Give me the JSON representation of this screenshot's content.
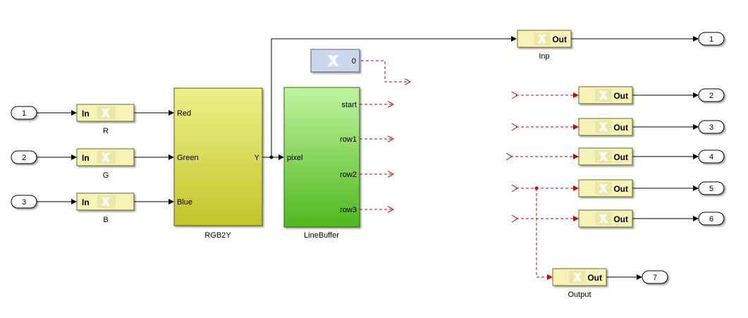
{
  "colors": {
    "gateway_fill": "#f7f2b8",
    "gateway_border": "#7a7a2a",
    "rgb2y_top": "#eef08a",
    "rgb2y_bottom": "#c2c428",
    "linebuffer_top": "#c0f4a0",
    "linebuffer_bottom": "#4fb81e",
    "constant_fill": "#cdd7ec",
    "unconnected_red": "#d40000"
  },
  "inports": [
    {
      "number": "1"
    },
    {
      "number": "2"
    },
    {
      "number": "3"
    }
  ],
  "gateway_in": [
    {
      "text": "In",
      "label": "R"
    },
    {
      "text": "In",
      "label": "G"
    },
    {
      "text": "In",
      "label": "B"
    }
  ],
  "rgb2y": {
    "label": "RGB2Y",
    "inputs": [
      "Red",
      "Green",
      "Blue"
    ],
    "output": "Y"
  },
  "linebuffer": {
    "label": "LineBuffer",
    "input": "pixel",
    "outputs": [
      "start",
      "row1",
      "row2",
      "row3"
    ]
  },
  "constant": {
    "value": "0",
    "icon": "xilinx-logo-icon"
  },
  "gateway_out": [
    {
      "text": "Out",
      "label": "Inp"
    },
    {
      "text": "Out",
      "label": ""
    },
    {
      "text": "Out",
      "label": ""
    },
    {
      "text": "Out",
      "label": ""
    },
    {
      "text": "Out",
      "label": ""
    },
    {
      "text": "Out",
      "label": ""
    },
    {
      "text": "Out",
      "label": "Output"
    }
  ],
  "outports": [
    {
      "number": "1"
    },
    {
      "number": "2"
    },
    {
      "number": "3"
    },
    {
      "number": "4"
    },
    {
      "number": "5"
    },
    {
      "number": "6"
    },
    {
      "number": "7"
    }
  ]
}
